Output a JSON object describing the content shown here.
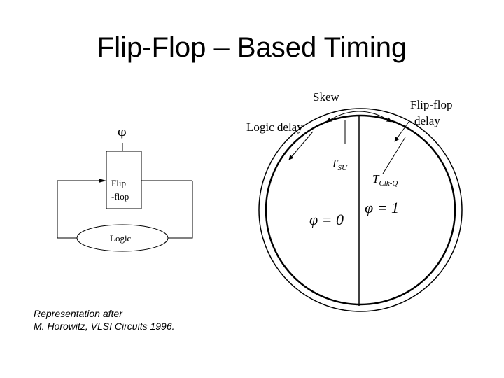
{
  "title": "Flip-Flop – Based Timing",
  "circuit": {
    "clock_symbol": "φ",
    "flipflop_label_line1": "Flip",
    "flipflop_label_line2": "-flop",
    "logic_label": "Logic"
  },
  "timing_circle": {
    "skew_label": "Skew",
    "flipflop_delay_line1": "Flip-flop",
    "flipflop_delay_line2": "delay",
    "logic_delay_label": "Logic delay",
    "tsu_base": "T",
    "tsu_sub": "SU",
    "tclkq_base": "T",
    "tclkq_sub": "Clk-Q",
    "phase0_label": "φ = 0",
    "phase1_label": "φ = 1"
  },
  "caption": {
    "line1": "Representation after",
    "line2": "M. Horowitz, VLSI Circuits 1996."
  }
}
